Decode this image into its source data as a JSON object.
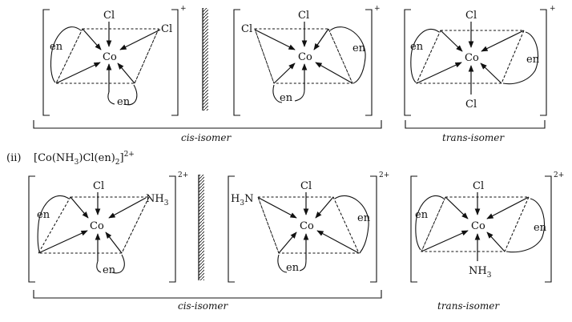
{
  "labels": {
    "cl": "Cl",
    "co": "Co",
    "en": "en",
    "nh": "NH",
    "h": "H",
    "n": "N",
    "sub3": "3"
  },
  "charges": {
    "plus": "+",
    "two_plus": "2+"
  },
  "captions": {
    "cis": "cis-isomer",
    "trans": "trans-isomer"
  },
  "section_ii": {
    "number": "(ii)",
    "formula_open": "[Co(NH",
    "formula_sub": "3",
    "formula_mid": ")Cl(en)",
    "formula_sub2": "2",
    "formula_close": "]",
    "formula_charge": "2+"
  },
  "colors": {
    "ink": "#111111",
    "background": "#ffffff"
  }
}
